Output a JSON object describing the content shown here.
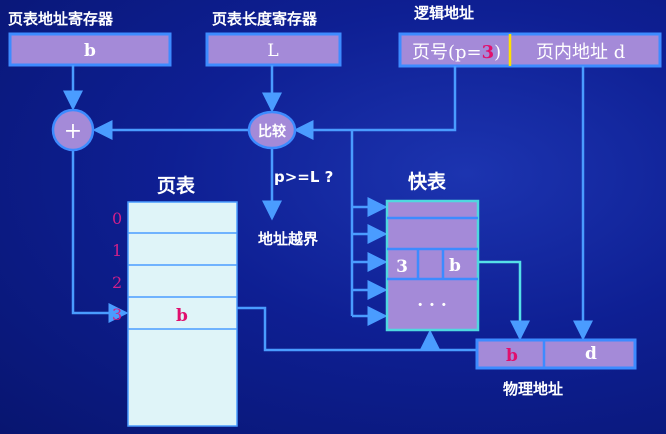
{
  "page_table_register": {
    "label": "页表地址寄存器",
    "value": "b"
  },
  "page_length_register": {
    "label": "页表长度寄存器",
    "value": "L"
  },
  "logical_address": {
    "label": "逻辑地址",
    "page_prefix": "页号(p=",
    "page_value": "3",
    "page_suffix": ")",
    "offset": "页内地址 d"
  },
  "adder": {
    "symbol": "+"
  },
  "comparator": {
    "label": "比较",
    "condition": "p>=L ?",
    "result": "地址越界"
  },
  "page_table": {
    "title": "页表",
    "indices": [
      "0",
      "1",
      "2",
      "3"
    ],
    "row3_value": "b"
  },
  "tlb": {
    "title": "快表",
    "page": "3",
    "frame": "b",
    "ellipsis": ". . ."
  },
  "physical_address": {
    "label": "物理地址",
    "frame": "b",
    "offset": "d"
  },
  "colors": {
    "box": "#a48ad8",
    "line": "#4a9cff",
    "accent": "#e0106e",
    "divider": "#ffe000"
  }
}
